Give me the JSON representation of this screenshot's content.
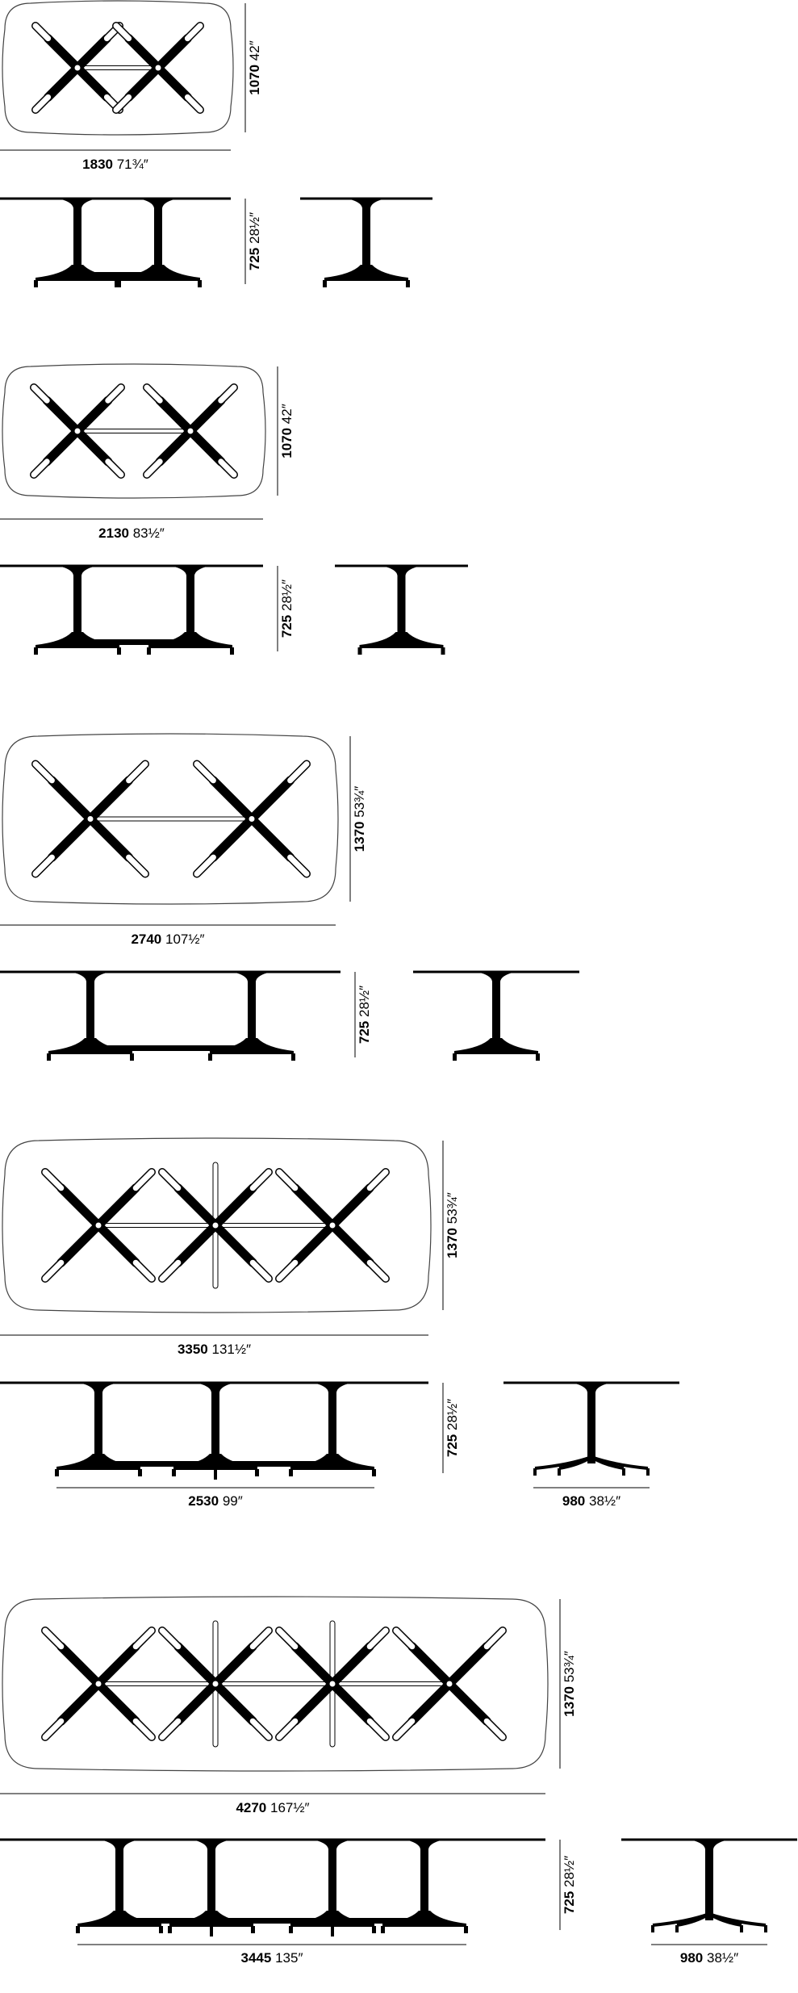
{
  "sections": [
    {
      "id": "t1830",
      "plan_width": {
        "mm": "1830",
        "in": "71¾″"
      },
      "plan_depth": {
        "mm": "1070",
        "in": "42″"
      },
      "height": {
        "mm": "725",
        "in": "28½″"
      },
      "base_count": 2,
      "cross_braces": 0
    },
    {
      "id": "t2130",
      "plan_width": {
        "mm": "2130",
        "in": "83½″"
      },
      "plan_depth": {
        "mm": "1070",
        "in": "42″"
      },
      "height": {
        "mm": "725",
        "in": "28½″"
      },
      "base_count": 2,
      "cross_braces": 0
    },
    {
      "id": "t2740",
      "plan_width": {
        "mm": "2740",
        "in": "107½″"
      },
      "plan_depth": {
        "mm": "1370",
        "in": "53¾″"
      },
      "height": {
        "mm": "725",
        "in": "28½″"
      },
      "base_count": 2,
      "cross_braces": 0
    },
    {
      "id": "t3350",
      "plan_width": {
        "mm": "3350",
        "in": "131½″"
      },
      "plan_depth": {
        "mm": "1370",
        "in": "53¾″"
      },
      "height": {
        "mm": "725",
        "in": "28½″"
      },
      "base_count": 3,
      "cross_braces": 1,
      "base_span": {
        "mm": "2530",
        "in": "99″"
      },
      "foot_span": {
        "mm": "980",
        "in": "38½″"
      }
    },
    {
      "id": "t4270",
      "plan_width": {
        "mm": "4270",
        "in": "167½″"
      },
      "plan_depth": {
        "mm": "1370",
        "in": "53¾″"
      },
      "height": {
        "mm": "725",
        "in": "28½″"
      },
      "base_count": 4,
      "cross_braces": 2,
      "base_span": {
        "mm": "3445",
        "in": "135″"
      },
      "foot_span": {
        "mm": "980",
        "in": "38½″"
      }
    }
  ]
}
